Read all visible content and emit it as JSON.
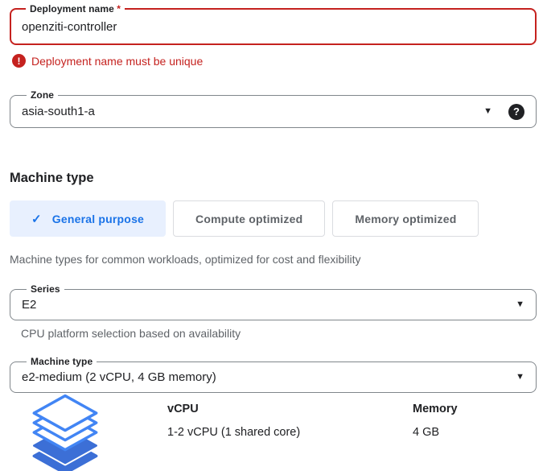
{
  "fields": {
    "deployment": {
      "label": "Deployment name",
      "required_marker": "*",
      "value": "openziti-controller",
      "error_message": "Deployment name must be unique"
    },
    "zone": {
      "label": "Zone",
      "value": "asia-south1-a"
    },
    "series": {
      "label": "Series",
      "value": "E2",
      "helper": "CPU platform selection based on availability"
    },
    "machine_type": {
      "label": "Machine type",
      "value": "e2-medium (2 vCPU, 4 GB memory)"
    }
  },
  "machine_type_section": {
    "heading": "Machine type",
    "description": "Machine types for common workloads, optimized for cost and flexibility",
    "tabs": [
      {
        "label": "General purpose",
        "selected": true
      },
      {
        "label": "Compute optimized",
        "selected": false
      },
      {
        "label": "Memory optimized",
        "selected": false
      }
    ]
  },
  "specs": {
    "vcpu_header": "vCPU",
    "vcpu_value": "1-2 vCPU (1 shared core)",
    "memory_header": "Memory",
    "memory_value": "4 GB"
  },
  "icons": {
    "check_glyph": "✓",
    "dropdown_glyph": "▼",
    "help_glyph": "?",
    "error_glyph": "!"
  },
  "colors": {
    "error_red": "#c5221f",
    "accent_blue": "#1a73e8",
    "selected_tab_bg": "#e8f0fe",
    "icon_blue_outline": "#4285f4",
    "icon_blue_solid": "#3c6fd6",
    "text_primary": "#202124",
    "text_secondary": "#5f6368",
    "border_gray": "#80868b"
  }
}
